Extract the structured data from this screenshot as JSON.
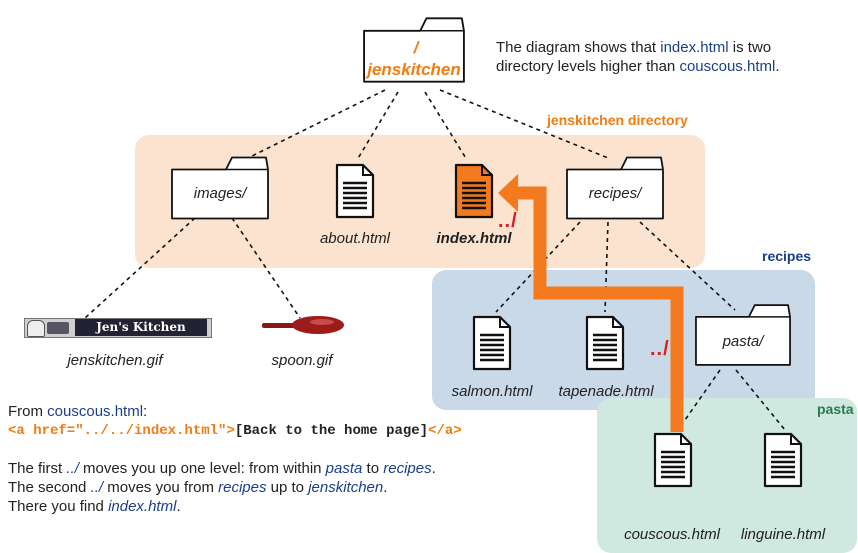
{
  "top_note": {
    "line1_pre": "The diagram shows that ",
    "line1_link": "index.html",
    "line1_post": " is two",
    "line2_pre": "directory levels higher than ",
    "line2_link": "couscous.html",
    "line2_post": "."
  },
  "root": {
    "slash": "/",
    "name": "jenskitchen"
  },
  "regions": {
    "jenskitchen": "jenskitchen directory",
    "recipes": "recipes",
    "pasta": "pasta"
  },
  "folders": {
    "images": "images/",
    "recipes": "recipes/",
    "pasta": "pasta/"
  },
  "files": {
    "about": "about.html",
    "index": "index.html",
    "salmon": "salmon.html",
    "tapenade": "tapenade.html",
    "couscous": "couscous.html",
    "linguine": "linguine.html",
    "jk_gif": "jenskitchen.gif",
    "spoon_gif": "spoon.gif"
  },
  "logo_text": "Jen's Kitchen",
  "path_markers": {
    "upper": "../",
    "lower": "../"
  },
  "bottom": {
    "from_pre": "From ",
    "from_link": "couscous.html",
    "from_post": ":",
    "code_a": "<a href=\"../../index.html\">",
    "code_text": "[Back to the home page]",
    "code_close": "</a>",
    "l1_pre": "The first ",
    "l1_dots": "../",
    "l1_mid": " moves you up one level: from within ",
    "l1_pasta": "pasta",
    "l1_to": " to ",
    "l1_recipes": "recipes",
    "l1_end": ".",
    "l2_pre": "The second ",
    "l2_dots": "../",
    "l2_mid": " moves you from ",
    "l2_recipes": "recipes",
    "l2_to": " up to ",
    "l2_jk": "jenskitchen",
    "l2_end": ".",
    "l3_pre": "There you find ",
    "l3_link": "index.html",
    "l3_end": "."
  },
  "colors": {
    "jenskitchen_region": "#fbe3cf",
    "recipes_region": "#c9d9e8",
    "pasta_region": "#cfe8e0",
    "arrow": "#f47a20",
    "label_orange": "#f07c12",
    "label_blue": "#1b3f8b",
    "label_green": "#2c7a4b"
  }
}
